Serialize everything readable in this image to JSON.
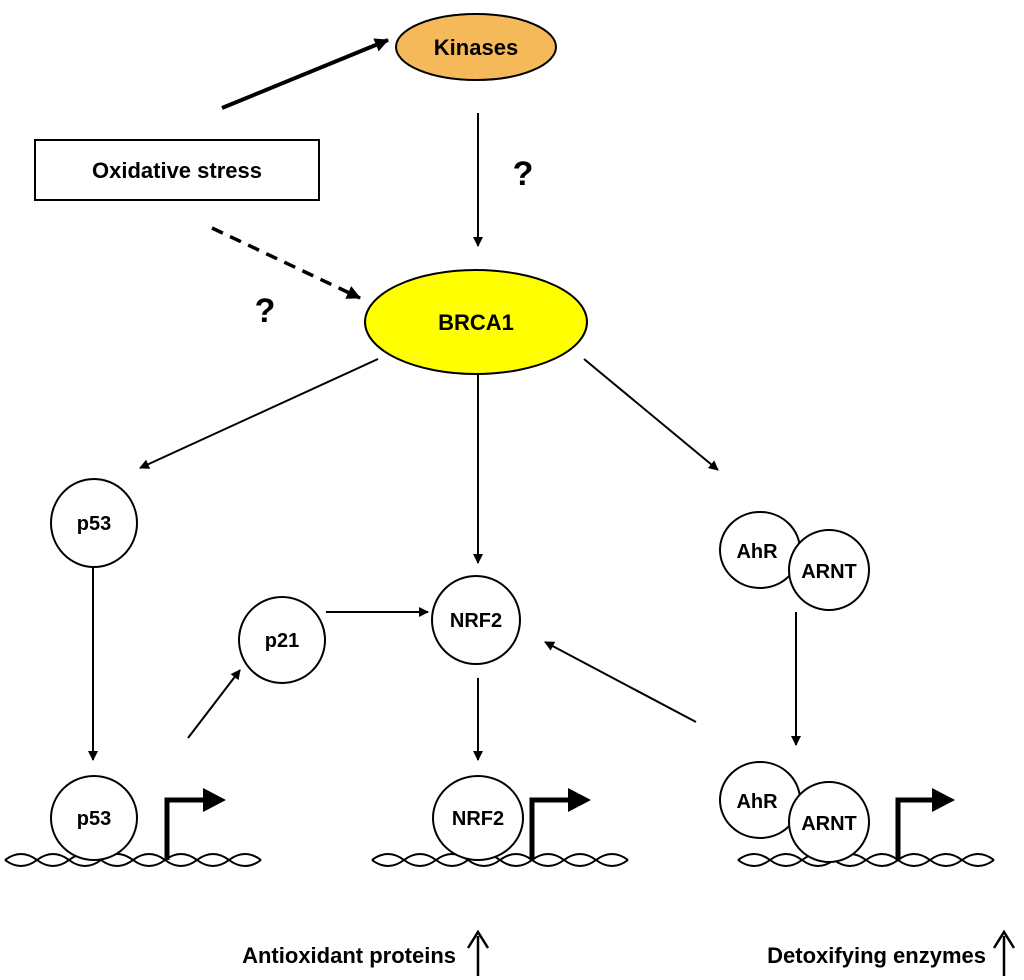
{
  "nodes": {
    "kinases": "Kinases",
    "oxidative_stress": "Oxidative stress",
    "brca1": "BRCA1",
    "p53_top": "p53",
    "p53_bottom": "p53",
    "p21": "p21",
    "nrf2_mid": "NRF2",
    "nrf2_bottom": "NRF2",
    "ahr_mid": "AhR",
    "arnt_mid": "ARNT",
    "ahr_bottom": "AhR",
    "arnt_bottom": "ARNT"
  },
  "annotations": {
    "question_right": "?",
    "question_left": "?"
  },
  "outputs": {
    "antioxidant": "Antioxidant proteins",
    "detoxifying": "Detoxifying enzymes"
  },
  "colors": {
    "kinases_fill": "#f5b95a",
    "brca1_fill": "#ffff00",
    "stroke": "#000000"
  }
}
